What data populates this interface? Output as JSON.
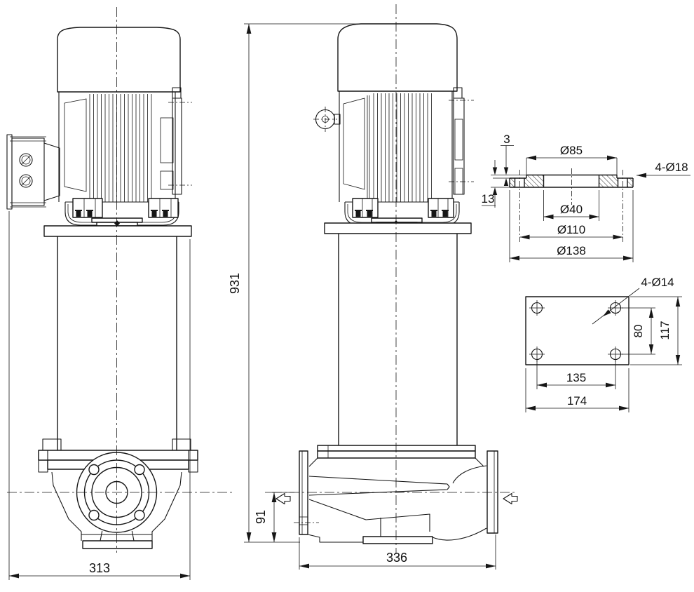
{
  "dimensions": {
    "side_view": {
      "overall_width": "313"
    },
    "front_view": {
      "overall_height": "931",
      "port_center_height": "91",
      "casing_length": "336"
    },
    "flange_detail": {
      "step_thickness": "3",
      "flange_thickness": "13",
      "raised_face_diameter": "Ø85",
      "bolt_holes": "4-Ø18",
      "bore_diameter": "Ø40",
      "bolt_circle_diameter": "Ø110",
      "outside_diameter": "Ø138"
    },
    "base_plate_detail": {
      "bolt_holes": "4-Ø14",
      "hole_spacing_depth": "80",
      "plate_depth": "117",
      "hole_spacing_width": "135",
      "plate_width": "174"
    }
  }
}
